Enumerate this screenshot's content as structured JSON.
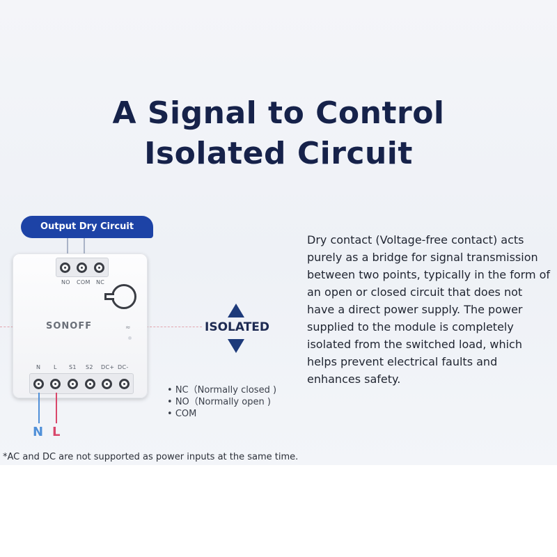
{
  "title_line1": "A Signal to Control",
  "title_line2": "Isolated Circuit",
  "badge": "Output Dry Circuit",
  "device": {
    "brand": "SONOFF",
    "top_terminals": [
      "NO",
      "COM",
      "NC"
    ],
    "bottom_terminals": [
      "N",
      "L",
      "S1",
      "S2",
      "DC+",
      "DC-"
    ]
  },
  "isolated_label": "ISOLATED",
  "description": "Dry contact (Voltage-free contact) acts purely as a bridge for signal transmission between two points, typically in the form of an open or closed circuit that does not have a direct power supply. The power supplied to the module is completely isolated from the switched load, which helps prevent electrical faults and enhances safety.",
  "bullets": [
    "NC（Normally closed )",
    "NO（Normally open )",
    "COM"
  ],
  "wire_labels": {
    "n": "N",
    "l": "L"
  },
  "colors": {
    "n_wire": "#4f8fd8",
    "l_wire": "#d9476b",
    "accent": "#1d43a6"
  },
  "footnote": "*AC and DC are not supported as power inputs at the same time."
}
